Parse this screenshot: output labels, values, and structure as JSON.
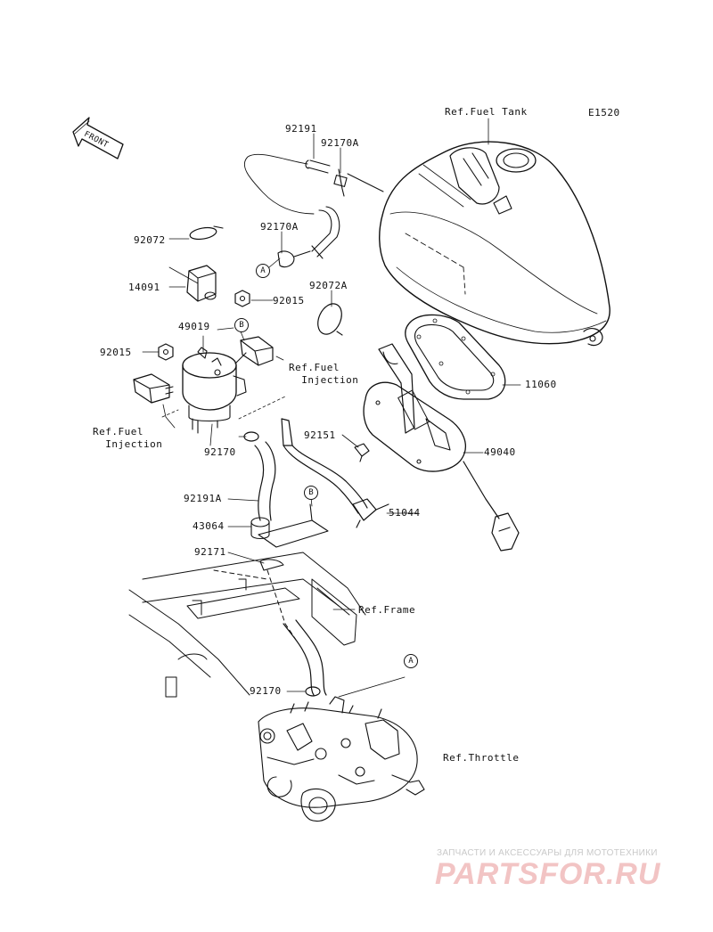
{
  "diagram_code": "E1520",
  "front_label": "FRONT",
  "part_labels": {
    "p92191": "92191",
    "p92170A_1": "92170A",
    "p92072": "92072",
    "p92170A_2": "92170A",
    "p14091": "14091",
    "p92015_1": "92015",
    "p92072A": "92072A",
    "p49019": "49019",
    "p92015_2": "92015",
    "p92170_1": "92170",
    "p92191A": "92191A",
    "p43064": "43064",
    "p92171": "92171",
    "p11060": "11060",
    "p92151": "92151",
    "p49040": "49040",
    "p51044": "51044",
    "p92170_2": "92170"
  },
  "ref_labels": {
    "fuel_tank": "Ref.Fuel Tank",
    "fuel_injection_right": "Ref.Fuel\n  Injection",
    "fuel_injection_left": "Ref.Fuel\n  Injection",
    "frame": "Ref.Frame",
    "throttle": "Ref.Throttle"
  },
  "callouts": {
    "a": "A",
    "b": "B"
  },
  "watermark": {
    "text": "ЗАПЧАСТИ И АКСЕССУАРЫ ДЛЯ МОТОТЕХНИКИ",
    "brand": "PARTSFOR.RU"
  }
}
